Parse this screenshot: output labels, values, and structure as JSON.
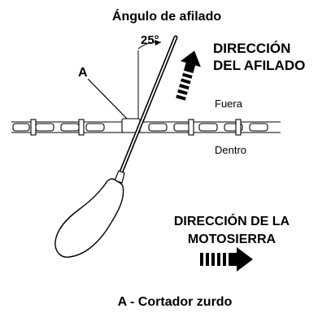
{
  "title": "Ángulo de afilado",
  "angle_label": "25°",
  "label_a": "A",
  "sharpening_direction": {
    "line1": "DIRECCIÓN",
    "line2": "DEL AFILADO"
  },
  "side_labels": {
    "outside": "Fuera",
    "inside": "Dentro"
  },
  "chain_direction": {
    "line1": "DIRECCIÓN DE LA",
    "line2": "MOTOSIERRA"
  },
  "caption": "A - Cortador zurdo"
}
